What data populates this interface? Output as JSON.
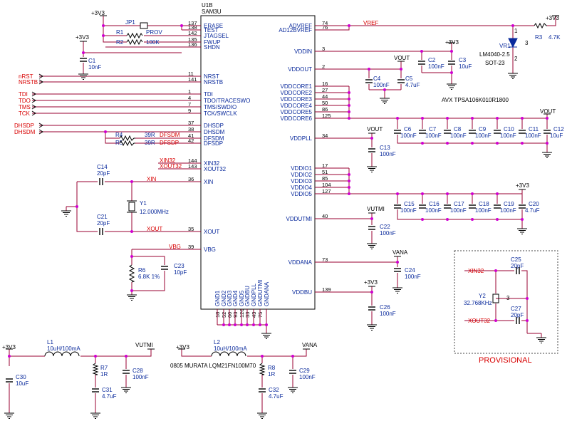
{
  "chip": {
    "ref": "U1B",
    "part": "SAM3U"
  },
  "left_pins": [
    {
      "num": "137",
      "name": "ERASE"
    },
    {
      "num": "138",
      "name": "TEST"
    },
    {
      "num": "142",
      "name": "JTAGSEL"
    },
    {
      "num": "135",
      "name": "FWUP"
    },
    {
      "num": "136",
      "name": "SHDN"
    },
    {
      "num": "11",
      "name": "NRST"
    },
    {
      "num": "141",
      "name": "NRSTB"
    },
    {
      "num": "1",
      "name": "TDI"
    },
    {
      "num": "4",
      "name": "TDO/TRACESWO"
    },
    {
      "num": "7",
      "name": "TMS/SWDIO"
    },
    {
      "num": "9",
      "name": "TCK/SWCLK"
    },
    {
      "num": "37",
      "name": "DHSDP"
    },
    {
      "num": "38",
      "name": "DHSDM"
    },
    {
      "num": "41",
      "name": "DFSDM"
    },
    {
      "num": "42",
      "name": "DFSDP"
    },
    {
      "num": "144",
      "name": "XIN32"
    },
    {
      "num": "143",
      "name": "XOUT32"
    },
    {
      "num": "36",
      "name": "XIN"
    },
    {
      "num": "35",
      "name": "XOUT"
    },
    {
      "num": "39",
      "name": "VBG"
    }
  ],
  "right_pins": [
    {
      "num": "74",
      "name": "ADVREF"
    },
    {
      "num": "76",
      "name": "AD12BVREF"
    },
    {
      "num": "3",
      "name": "VDDIN"
    },
    {
      "num": "2",
      "name": "VDDOUT"
    },
    {
      "num": "16",
      "name": "VDDCORE1"
    },
    {
      "num": "27",
      "name": "VDDCORE2"
    },
    {
      "num": "44",
      "name": "VDDCORE3"
    },
    {
      "num": "50",
      "name": "VDDCORE4"
    },
    {
      "num": "86",
      "name": "VDDCORE5"
    },
    {
      "num": "125",
      "name": "VDDCORE6"
    },
    {
      "num": "34",
      "name": "VDDPLL"
    },
    {
      "num": "17",
      "name": "VDDIO1"
    },
    {
      "num": "51",
      "name": "VDDIO2"
    },
    {
      "num": "85",
      "name": "VDDIO3"
    },
    {
      "num": "104",
      "name": "VDDIO4"
    },
    {
      "num": "127",
      "name": "VDDIO5"
    },
    {
      "num": "40",
      "name": "VDDUTMI"
    },
    {
      "num": "73",
      "name": "VDDANA"
    },
    {
      "num": "139",
      "name": "VDDBU"
    }
  ],
  "gnd_pins": [
    {
      "num": "18",
      "name": "GND1"
    },
    {
      "num": "52",
      "name": "GND2"
    },
    {
      "num": "60",
      "name": "GND3"
    },
    {
      "num": "93",
      "name": "GND4"
    },
    {
      "num": "126",
      "name": "GND5"
    },
    {
      "num": "33",
      "name": "GNDBU"
    },
    {
      "num": "43",
      "name": "GNDPLL"
    },
    {
      "num": "75",
      "name": "GNDUTMI"
    },
    {
      "num": "",
      "name": "GNDANA"
    }
  ],
  "left_nets": {
    "nrst": "nRST",
    "nrstb": "NRSTB",
    "tdi": "TDI",
    "tdo": "TDO",
    "tms": "TMS",
    "tck": "TCK",
    "dhsdp": "DHSDP",
    "dhsdm": "DHSDM",
    "dfsdm": "DFSDM",
    "dfsdp": "DFSDP",
    "xin32": "XIN32",
    "xout32": "XOUT32",
    "xin": "XIN",
    "xout": "XOUT",
    "vbg": "VBG"
  },
  "power": {
    "p3v3": "+3V3",
    "vout": "VOUT",
    "vref": "VREF",
    "vutmi": "VUTMI",
    "vana": "VANA"
  },
  "components": {
    "jp1": "JP1",
    "prov": "PROV",
    "r1": "R1",
    "r2": "R2",
    "r2_val": "100K",
    "c1": "C1",
    "c1_val": "10nF",
    "r4": "R4",
    "r4_val": "39R",
    "r5": "R5",
    "r5_val": "39R",
    "c14": "C14",
    "c14_val": "20pF",
    "y1": "Y1",
    "y1_val": "12.000MHz",
    "c21": "C21",
    "c21_val": "20pF",
    "r6": "R6",
    "r6_val": "6.8K 1%",
    "c23": "C23",
    "c23_val": "10pF",
    "vr1": "VR1",
    "vr1_part": "LM4040-2.5",
    "vr1_pkg": "SOT-23",
    "r3": "R3",
    "r3_val": "4.7K",
    "c2": "C2",
    "c2_val": "100nF",
    "c3": "C3",
    "c3_val": "10uF",
    "c4": "C4",
    "c4_val": "100nF",
    "c5": "C5",
    "c5_val": "4.7uF",
    "avx": "AVX TPSA106K010R1800",
    "c13": "C13",
    "c13_val": "100nF",
    "c22": "C22",
    "c22_val": "100nF",
    "c24": "C24",
    "c24_val": "100nF",
    "c26": "C26",
    "c26_val": "100nF",
    "c25": "C25",
    "c25_val": "20pF",
    "y2": "Y2",
    "y2_val": "32.768KHz",
    "c27": "C27",
    "c27_val": "20pF",
    "provisional": "PROVISIONAL",
    "l1": "L1",
    "l1_val": "10uH/100mA",
    "r7": "R7",
    "r7_val": "1R",
    "c28": "C28",
    "c28_val": "100nF",
    "c30": "C30",
    "c30_val": "10uF",
    "c31": "C31",
    "c31_val": "4.7uF",
    "l2": "L2",
    "l2_val": "10uH/100mA",
    "murata": "0805 MURATA LQM21FN100M70",
    "r8": "R8",
    "r8_val": "1R",
    "c29": "C29",
    "c29_val": "100nF",
    "c32": "C32",
    "c32_val": "4.7uF"
  },
  "core_caps": [
    {
      "ref": "C6",
      "val": "100nF"
    },
    {
      "ref": "C7",
      "val": "100nF"
    },
    {
      "ref": "C8",
      "val": "100nF"
    },
    {
      "ref": "C9",
      "val": "100nF"
    },
    {
      "ref": "C10",
      "val": "100nF"
    },
    {
      "ref": "C11",
      "val": "100nF"
    },
    {
      "ref": "C12",
      "val": "10uF"
    }
  ],
  "io_caps": [
    {
      "ref": "C15",
      "val": "100nF"
    },
    {
      "ref": "C16",
      "val": "100nF"
    },
    {
      "ref": "C17",
      "val": "100nF"
    },
    {
      "ref": "C18",
      "val": "100nF"
    },
    {
      "ref": "C19",
      "val": "100nF"
    },
    {
      "ref": "C20",
      "val": "4.7uF"
    }
  ],
  "colors": {
    "wire": "#9a0030",
    "label_blue": "#0a2a9c",
    "net_red": "#d80000",
    "junction": "#d000d0"
  }
}
